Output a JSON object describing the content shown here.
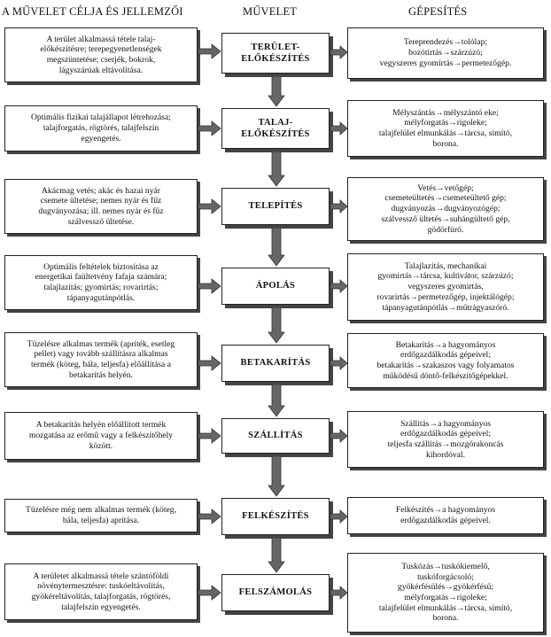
{
  "headers": {
    "left": "A MŰVELET CÉLJA ÉS JELLEMZŐI",
    "middle": "MŰVELET",
    "right": "GÉPESÍTÉS"
  },
  "rows": [
    {
      "left": "A terület alkalmassá tétele talaj-\nelőkészítésre; terepegyenetlenségek\nmegszüntetése; cserjék, bokrok,\nlágyszárúak eltávolítása.",
      "operation": "TERÜLET-\nELŐKÉSZÍTÉS",
      "right": "Tereprendezés→tolólap;\nbozótirtás→szárzúzó;\nvegyszeres gyomirtás→permetezőgép."
    },
    {
      "left": "Optimális fizikai talajállapot létrehozása;\ntalajforgatás, rögtörés, talajfelszín\negyengetés.",
      "operation": "TALAJ-\nELŐKÉSZÍTÉS",
      "right": "Mélyszántás→mélyszántó eke;\nmélyforgatás→rigoleke;\ntalajfelület elmunkálás→tárcsa, simító,\nborona."
    },
    {
      "left": "Akácmag vetés; akác és hazai nyár\ncsemete ültetése; nemes nyár és fűz\ndugványozása; ill. nemes nyár és fűz\nszálvessző ültetése.",
      "operation": "TELEPÍTÉS",
      "right": "Vetés→vetőgép;\ncsemeteültetés→csemeteültető gép;\ndugványozás→dugványozógép;\nszálvessző ültetés→suhángültető gép,\ngödörfúró."
    },
    {
      "left": "Optimális feltételek biztosítása az\nenergetikai faültetvény fafaja számára;\ntalajlazítás; gyomirtás; rovarirtás;\ntápanyagutánpótlás.",
      "operation": "ÁPOLÁS",
      "right": "Talajlazítás, mechanikai\ngyomirtás→tárcsa, kultivátor, szárzúzó;\nvegyszeres gyomirtás,\nrovarirtás→permetezőgép, injektálógép;\ntápanyagutánpótlás→műtrágyaszóró."
    },
    {
      "left": "Tüzelésre alkalmas termék (apríték, esetleg\npellet) vagy tovább szállításra alkalmas\ntermék (köteg, bála, teljesfa) előállítása a\nbetakarítás helyén.",
      "operation": "BETAKARÍTÁS",
      "right": "Betakarítás→a hagyományos\nerdőgazdálkodás gépeivel;\nbetakarítás→szakaszos vagy folyamatos\nműködésű döntő-felkészítőgépekkel."
    },
    {
      "left": "A betakarítás helyén előállított termék\nmozgatása az erőmű vagy a felkészítőhely\nközött.",
      "operation": "SZÁLLÍTÁS",
      "right": "Szállítás→a hagyományos\nerdőgazdálkodás gépeivel;\nteljesfa szállítás→mozgórakoncás\nkihordóval."
    },
    {
      "left": "Tüzelésre még nem alkalmas termék (köteg,\nbála, teljesfa) aprítása.",
      "operation": "FELKÉSZÍTÉS",
      "right": "Felkészítés→a hagyományos\nerdőgazdálkodás gépeivel."
    },
    {
      "left": "A területet alkalmassá tétele szántóföldi\nnövénytermesztésre: tuskóeltávolítás,\ngyökéreltávolítás, talajforgatás, rögtörés,\ntalajfelszín egyengetés.",
      "operation": "FELSZÁMOLÁS",
      "right": "Tuskózás→tuskókiemelő,\ntuskóforgácsoló;\ngyökérfésülés→gyökérfésű;\nmélyforgatás→rigoleke;\ntalajfelület elmunkálás→tárcsa, simító,\nborona."
    }
  ]
}
